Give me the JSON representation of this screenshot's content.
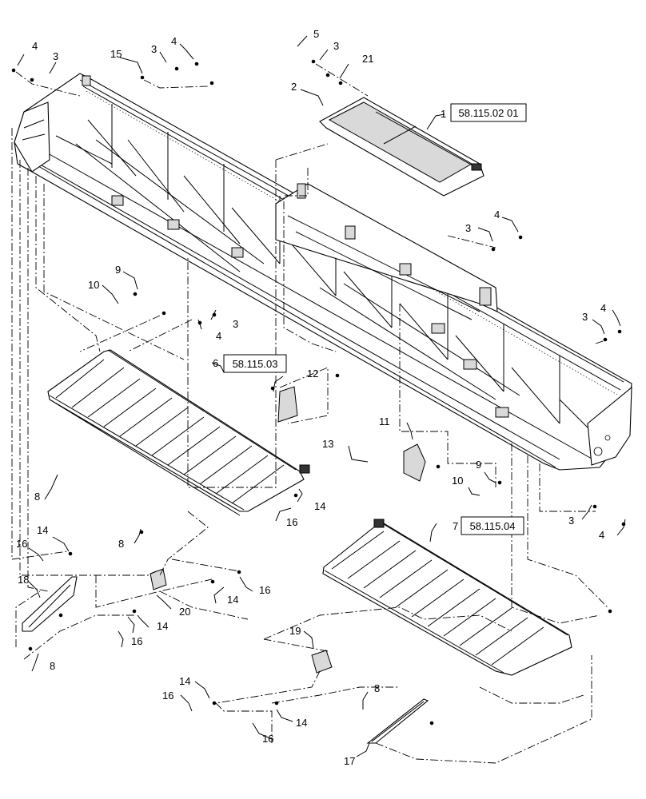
{
  "callouts": {
    "c1": "1",
    "c2": "2",
    "c3a": "3",
    "c3b": "3",
    "c3c": "3",
    "c3d": "3",
    "c3e": "3",
    "c3f": "3",
    "c3g": "3",
    "c4a": "4",
    "c4b": "4",
    "c4c": "4",
    "c4d": "4",
    "c4e": "4",
    "c4f": "4",
    "c5": "5",
    "c6": "6",
    "c7": "7",
    "c8a": "8",
    "c8b": "8",
    "c8c": "8",
    "c8d": "8",
    "c9a": "9",
    "c9b": "9",
    "c10a": "10",
    "c10b": "10",
    "c11": "11",
    "c12": "12",
    "c13": "13",
    "c14a": "14",
    "c14b": "14",
    "c14c": "14",
    "c14d": "14",
    "c14e": "14",
    "c14f": "14",
    "c15": "15",
    "c16a": "16",
    "c16b": "16",
    "c16c": "16",
    "c16d": "16",
    "c16e": "16",
    "c16f": "16",
    "c17": "17",
    "c18": "18",
    "c19": "19",
    "c20": "20",
    "c21": "21"
  },
  "references": {
    "ref1": "58.115.02 01",
    "ref6": "58.115.03",
    "ref7": "58.115.04"
  }
}
